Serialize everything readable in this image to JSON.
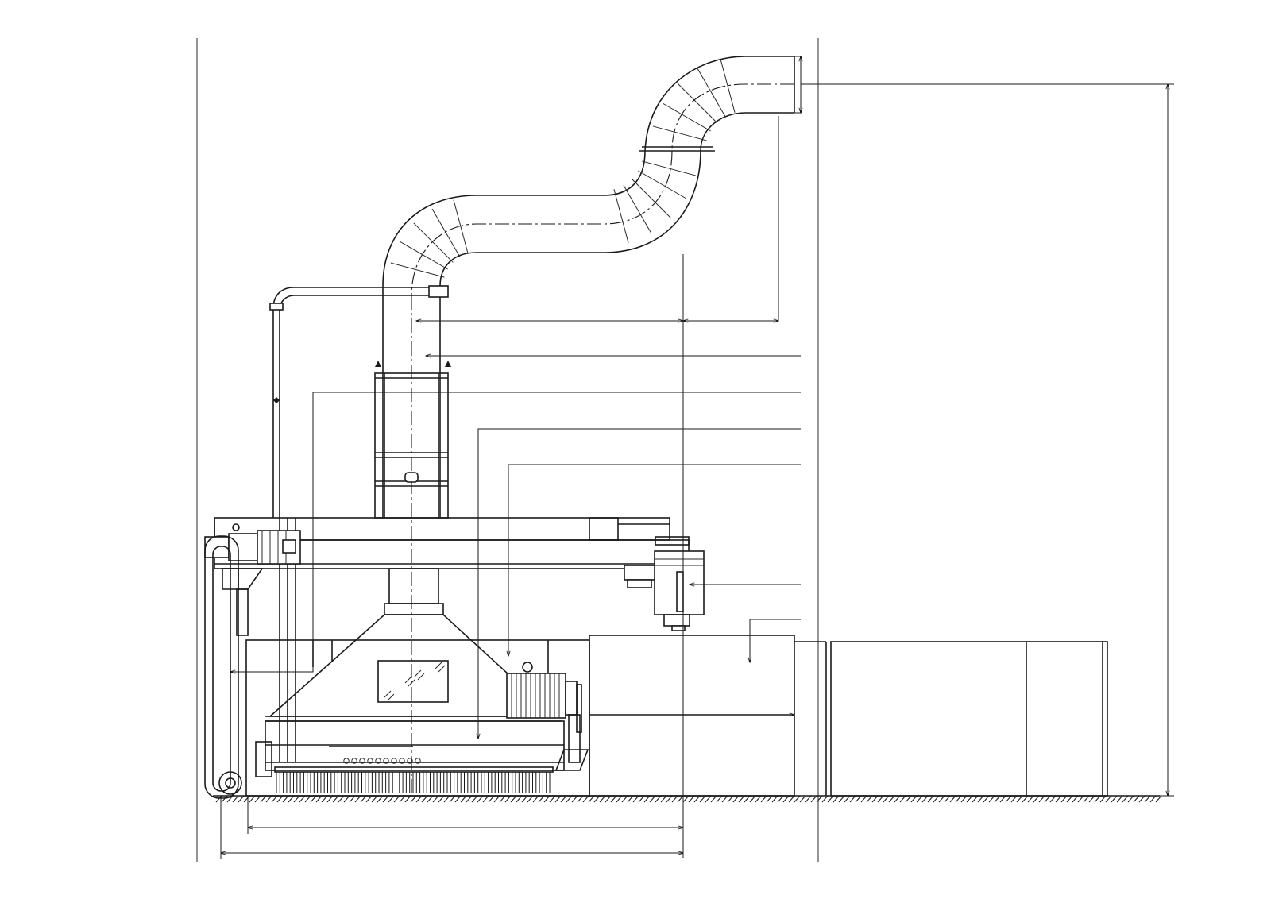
{
  "drawing": {
    "type": "technical-elevation",
    "colors": {
      "line": "#1a1a1a",
      "background": "#ffffff"
    },
    "components": [
      "exhaust-duct-s-bend",
      "vertical-pipe",
      "support-ladder-frame",
      "fume-hood",
      "brush-conveyor",
      "gear-motor",
      "drive-belt",
      "side-motor",
      "cabinet",
      "floor-line"
    ],
    "leader_count": 6,
    "dimension_count": 4
  }
}
